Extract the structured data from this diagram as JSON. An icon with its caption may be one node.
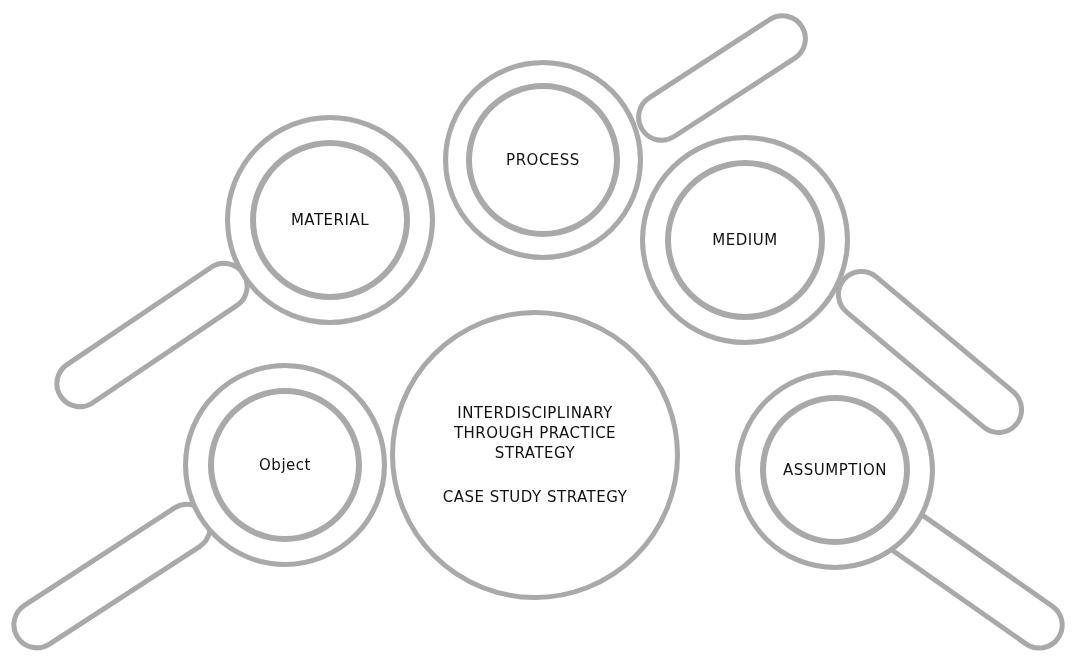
{
  "diagram": {
    "nodes": [
      {
        "text": [
          "PROCESS"
        ]
      },
      {
        "text": [
          "MATERIAL"
        ]
      },
      {
        "text": [
          "MEDIUM"
        ]
      },
      {
        "text": [
          "INTERDISCIPLINARY THROUGH PRACTICE STRATEGY",
          "CASE STUDY STRATEGY"
        ]
      },
      {
        "text": [
          "Object"
        ]
      },
      {
        "text": [
          "ASSUMPTION"
        ]
      }
    ]
  }
}
